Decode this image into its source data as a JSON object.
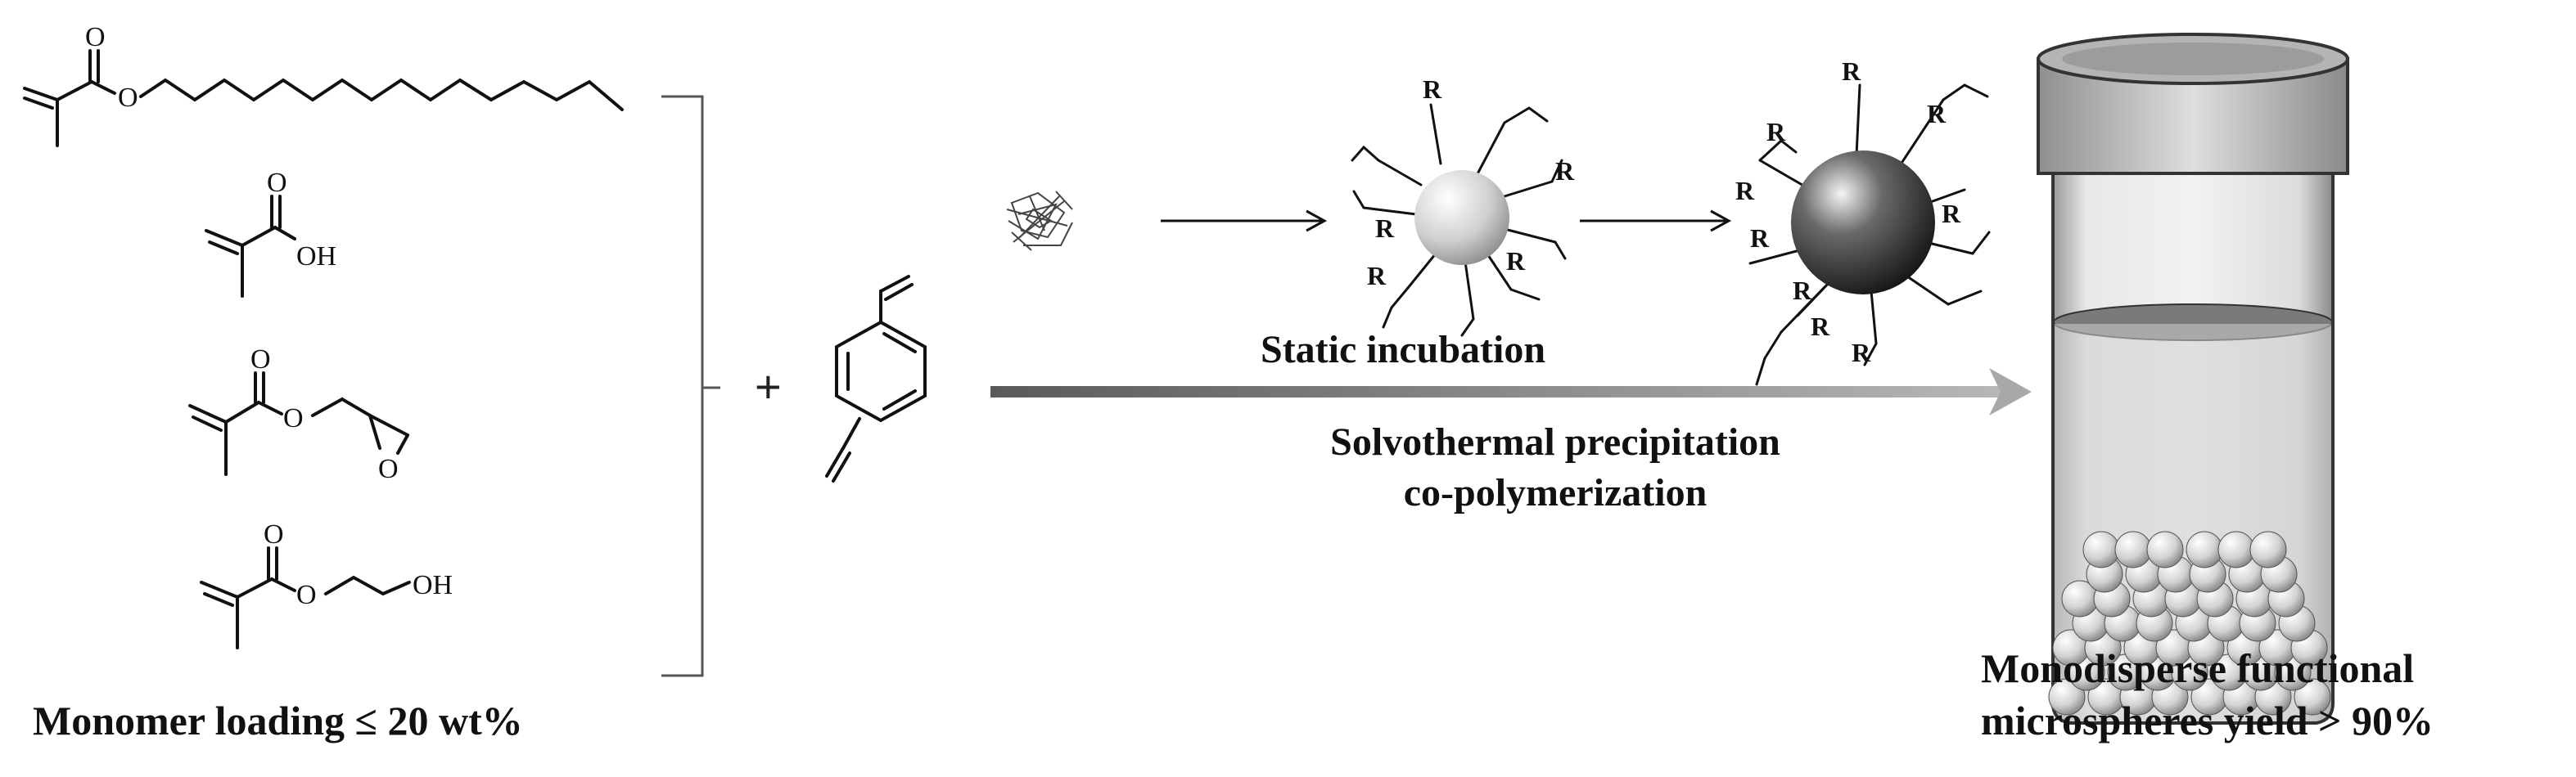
{
  "figure": {
    "monomers": [
      {
        "name": "dodecyl-methacrylate",
        "atom_labels": [
          "O",
          "O"
        ]
      },
      {
        "name": "methacrylic-acid",
        "atom_labels": [
          "O",
          "OH"
        ]
      },
      {
        "name": "glycidyl-methacrylate",
        "atom_labels": [
          "O",
          "O",
          "O"
        ]
      },
      {
        "name": "hydroxyethyl-methacrylate",
        "atom_labels": [
          "O",
          "O",
          "OH"
        ]
      }
    ],
    "plus_sign": "+",
    "r_group_label": "R",
    "captions": {
      "monomer_loading": "Monomer loading ≤ 20 wt%",
      "static_incubation": "Static incubation",
      "process_line1": "Solvothermal precipitation",
      "process_line2": "co-polymerization",
      "result_line1": "Monodisperse functional",
      "result_line2": "microspheres  yield > 90%"
    },
    "colors": {
      "ink": "#111111",
      "arrow_gradient_start": "#6a6a6a",
      "arrow_gradient_end": "#c8c8c8",
      "vial_glass": "#dcdcdc",
      "liquid_band": "#7a7a7a",
      "sphere_small": "#e2e2e2",
      "sphere_large": "#1e1e1e"
    }
  }
}
